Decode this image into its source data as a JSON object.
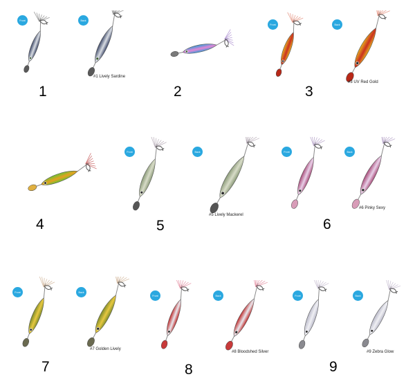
{
  "badges": {
    "front": "Front",
    "back": "Back"
  },
  "lures": [
    {
      "number": "1",
      "caption": "#1 Lively Sardine",
      "colors": [
        "#3c4768",
        "#d9dde3"
      ],
      "tail_color": "#9a9a9a",
      "blade_color": "#5a5a5a",
      "eye_color": "#3a5a30"
    },
    {
      "number": "2",
      "caption": "",
      "colors": [
        "#3a9bd6",
        "#e486d6"
      ],
      "tail_color": "#b9a0d8",
      "blade_color": "#7a7a7a",
      "eye_color": "#3a5a30"
    },
    {
      "number": "3",
      "caption": "#3 UV Red Gold",
      "colors": [
        "#e8b020",
        "#c93020"
      ],
      "tail_color": "#e8a090",
      "blade_color": "#b82818",
      "eye_color": "#2a2a2a"
    },
    {
      "number": "4",
      "caption": "",
      "colors": [
        "#6ec232",
        "#e6a020"
      ],
      "tail_color": "#d07878",
      "blade_color": "#e0b040",
      "eye_color": "#2a2a2a"
    },
    {
      "number": "5",
      "caption": "#5 Lively Mackerel",
      "colors": [
        "#8a9a78",
        "#d8dcc8"
      ],
      "tail_color": "#c0b6c0",
      "blade_color": "#555555",
      "eye_color": "#2a2a2a"
    },
    {
      "number": "6",
      "caption": "#6 Pinky Sexy",
      "colors": [
        "#a84a78",
        "#e8d0e8"
      ],
      "tail_color": "#c0b0d0",
      "blade_color": "#d89cb8",
      "eye_color": "#2a2a2a"
    },
    {
      "number": "7",
      "caption": "#7 Golden Lively",
      "colors": [
        "#7a8a2a",
        "#e8c840"
      ],
      "tail_color": "#d8c0a8",
      "blade_color": "#6a6a50",
      "eye_color": "#2a2a2a"
    },
    {
      "number": "8",
      "caption": "#8 Bloodshed Silver",
      "colors": [
        "#c02828",
        "#e8e8ee"
      ],
      "tail_color": "#e8a0b0",
      "blade_color": "#c83a3a",
      "eye_color": "#2a2a2a"
    },
    {
      "number": "9",
      "caption": "#9 Zebra Glow",
      "colors": [
        "#b8b8c8",
        "#f0f0f4"
      ],
      "tail_color": "#d0c8d8",
      "blade_color": "#8a8a90",
      "eye_color": "#2a2a2a"
    }
  ]
}
